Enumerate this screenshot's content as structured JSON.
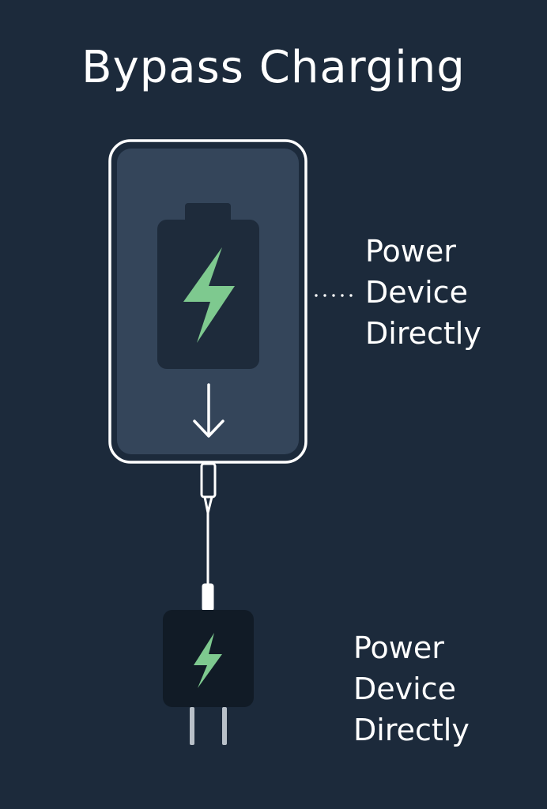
{
  "title": "Bypass Charging",
  "labels": {
    "phone": [
      "Power",
      "Device",
      "Directly"
    ],
    "charger": [
      "Power",
      "Device",
      "Directly"
    ]
  },
  "icons": {
    "battery": "battery-icon",
    "bolt": "lightning-bolt-icon",
    "arrow": "arrow-down-icon",
    "charger": "wall-charger-icon"
  },
  "colors": {
    "background": "#1c2a3b",
    "phone_screen": "#34455a",
    "battery": "#1e2b3b",
    "bolt": "#7ec98f",
    "charger": "#111b26",
    "prongs": "#b8c0c8",
    "outline": "#ffffff"
  }
}
